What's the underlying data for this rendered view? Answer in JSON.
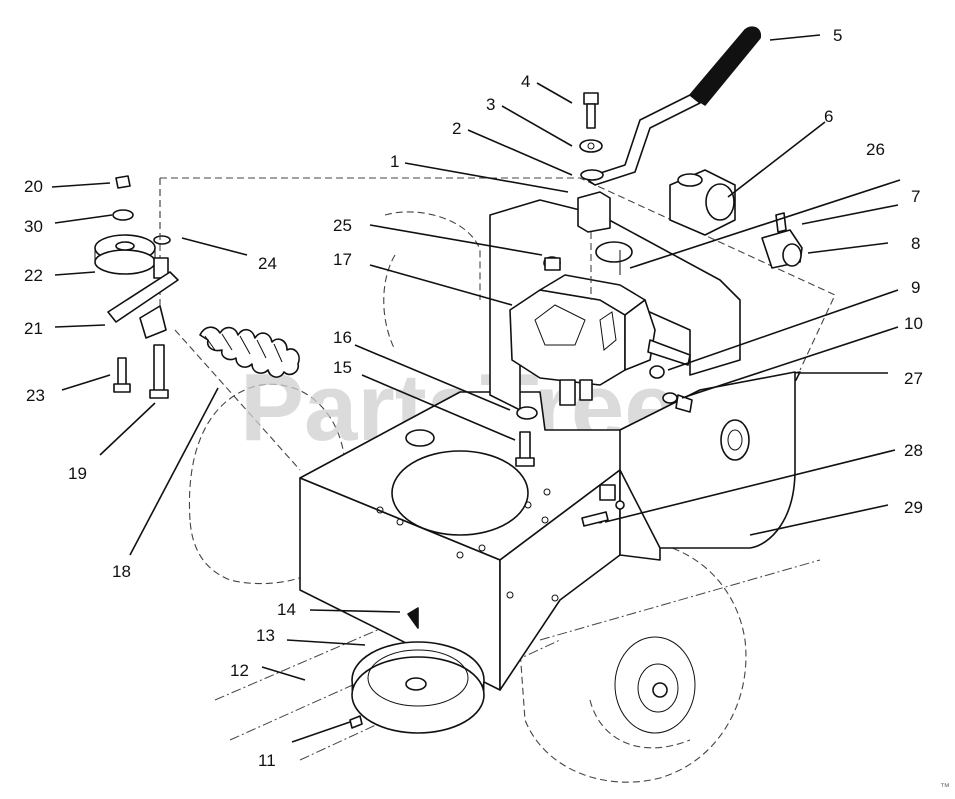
{
  "watermark": {
    "text": "PartsTree",
    "mark": "™"
  },
  "callouts": [
    {
      "id": "1",
      "label": "1"
    },
    {
      "id": "2",
      "label": "2"
    },
    {
      "id": "3",
      "label": "3"
    },
    {
      "id": "4",
      "label": "4"
    },
    {
      "id": "5",
      "label": "5"
    },
    {
      "id": "6",
      "label": "6"
    },
    {
      "id": "7",
      "label": "7"
    },
    {
      "id": "8",
      "label": "8"
    },
    {
      "id": "9",
      "label": "9"
    },
    {
      "id": "10",
      "label": "10"
    },
    {
      "id": "11",
      "label": "11"
    },
    {
      "id": "12",
      "label": "12"
    },
    {
      "id": "13",
      "label": "13"
    },
    {
      "id": "14",
      "label": "14"
    },
    {
      "id": "15",
      "label": "15"
    },
    {
      "id": "16",
      "label": "16"
    },
    {
      "id": "17",
      "label": "17"
    },
    {
      "id": "18",
      "label": "18"
    },
    {
      "id": "19",
      "label": "19"
    },
    {
      "id": "20",
      "label": "20"
    },
    {
      "id": "21",
      "label": "21"
    },
    {
      "id": "22",
      "label": "22"
    },
    {
      "id": "23",
      "label": "23"
    },
    {
      "id": "24",
      "label": "24"
    },
    {
      "id": "25",
      "label": "25"
    },
    {
      "id": "26",
      "label": "26"
    },
    {
      "id": "27",
      "label": "27"
    },
    {
      "id": "28",
      "label": "28"
    },
    {
      "id": "29",
      "label": "29"
    },
    {
      "id": "30",
      "label": "30"
    }
  ]
}
